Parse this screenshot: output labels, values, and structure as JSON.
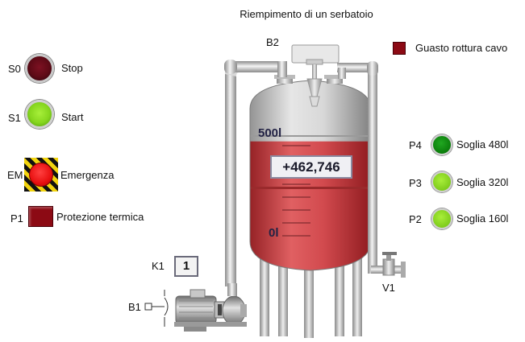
{
  "title": "Riempimento di un serbatoio",
  "inputs": {
    "s0": {
      "tag": "S0",
      "label": "Stop"
    },
    "s1": {
      "tag": "S1",
      "label": "Start"
    },
    "em": {
      "tag": "EM",
      "label": "Emergenza"
    },
    "p1": {
      "tag": "P1",
      "label": "Protezione termica"
    }
  },
  "tank": {
    "sensor_tag": "B2",
    "top_mark": "500l",
    "bottom_mark": "0l",
    "level_value": "+462,746",
    "fill_fraction": 0.93
  },
  "fault": {
    "label": "Guasto rottura cavo"
  },
  "thresholds": [
    {
      "tag": "P4",
      "label": "Soglia 480l",
      "state": "dark-green"
    },
    {
      "tag": "P3",
      "label": "Soglia 320l",
      "state": "light-green"
    },
    {
      "tag": "P2",
      "label": "Soglia 160l",
      "state": "light-green"
    }
  ],
  "pump": {
    "k1_tag": "K1",
    "k1_value": "1",
    "b1_tag": "B1"
  },
  "valve": {
    "tag": "V1"
  },
  "colors": {
    "tank_liquid": "#c8383c",
    "tank_empty": "#cfcfcf",
    "fault_lamp": "#8c0a14"
  }
}
